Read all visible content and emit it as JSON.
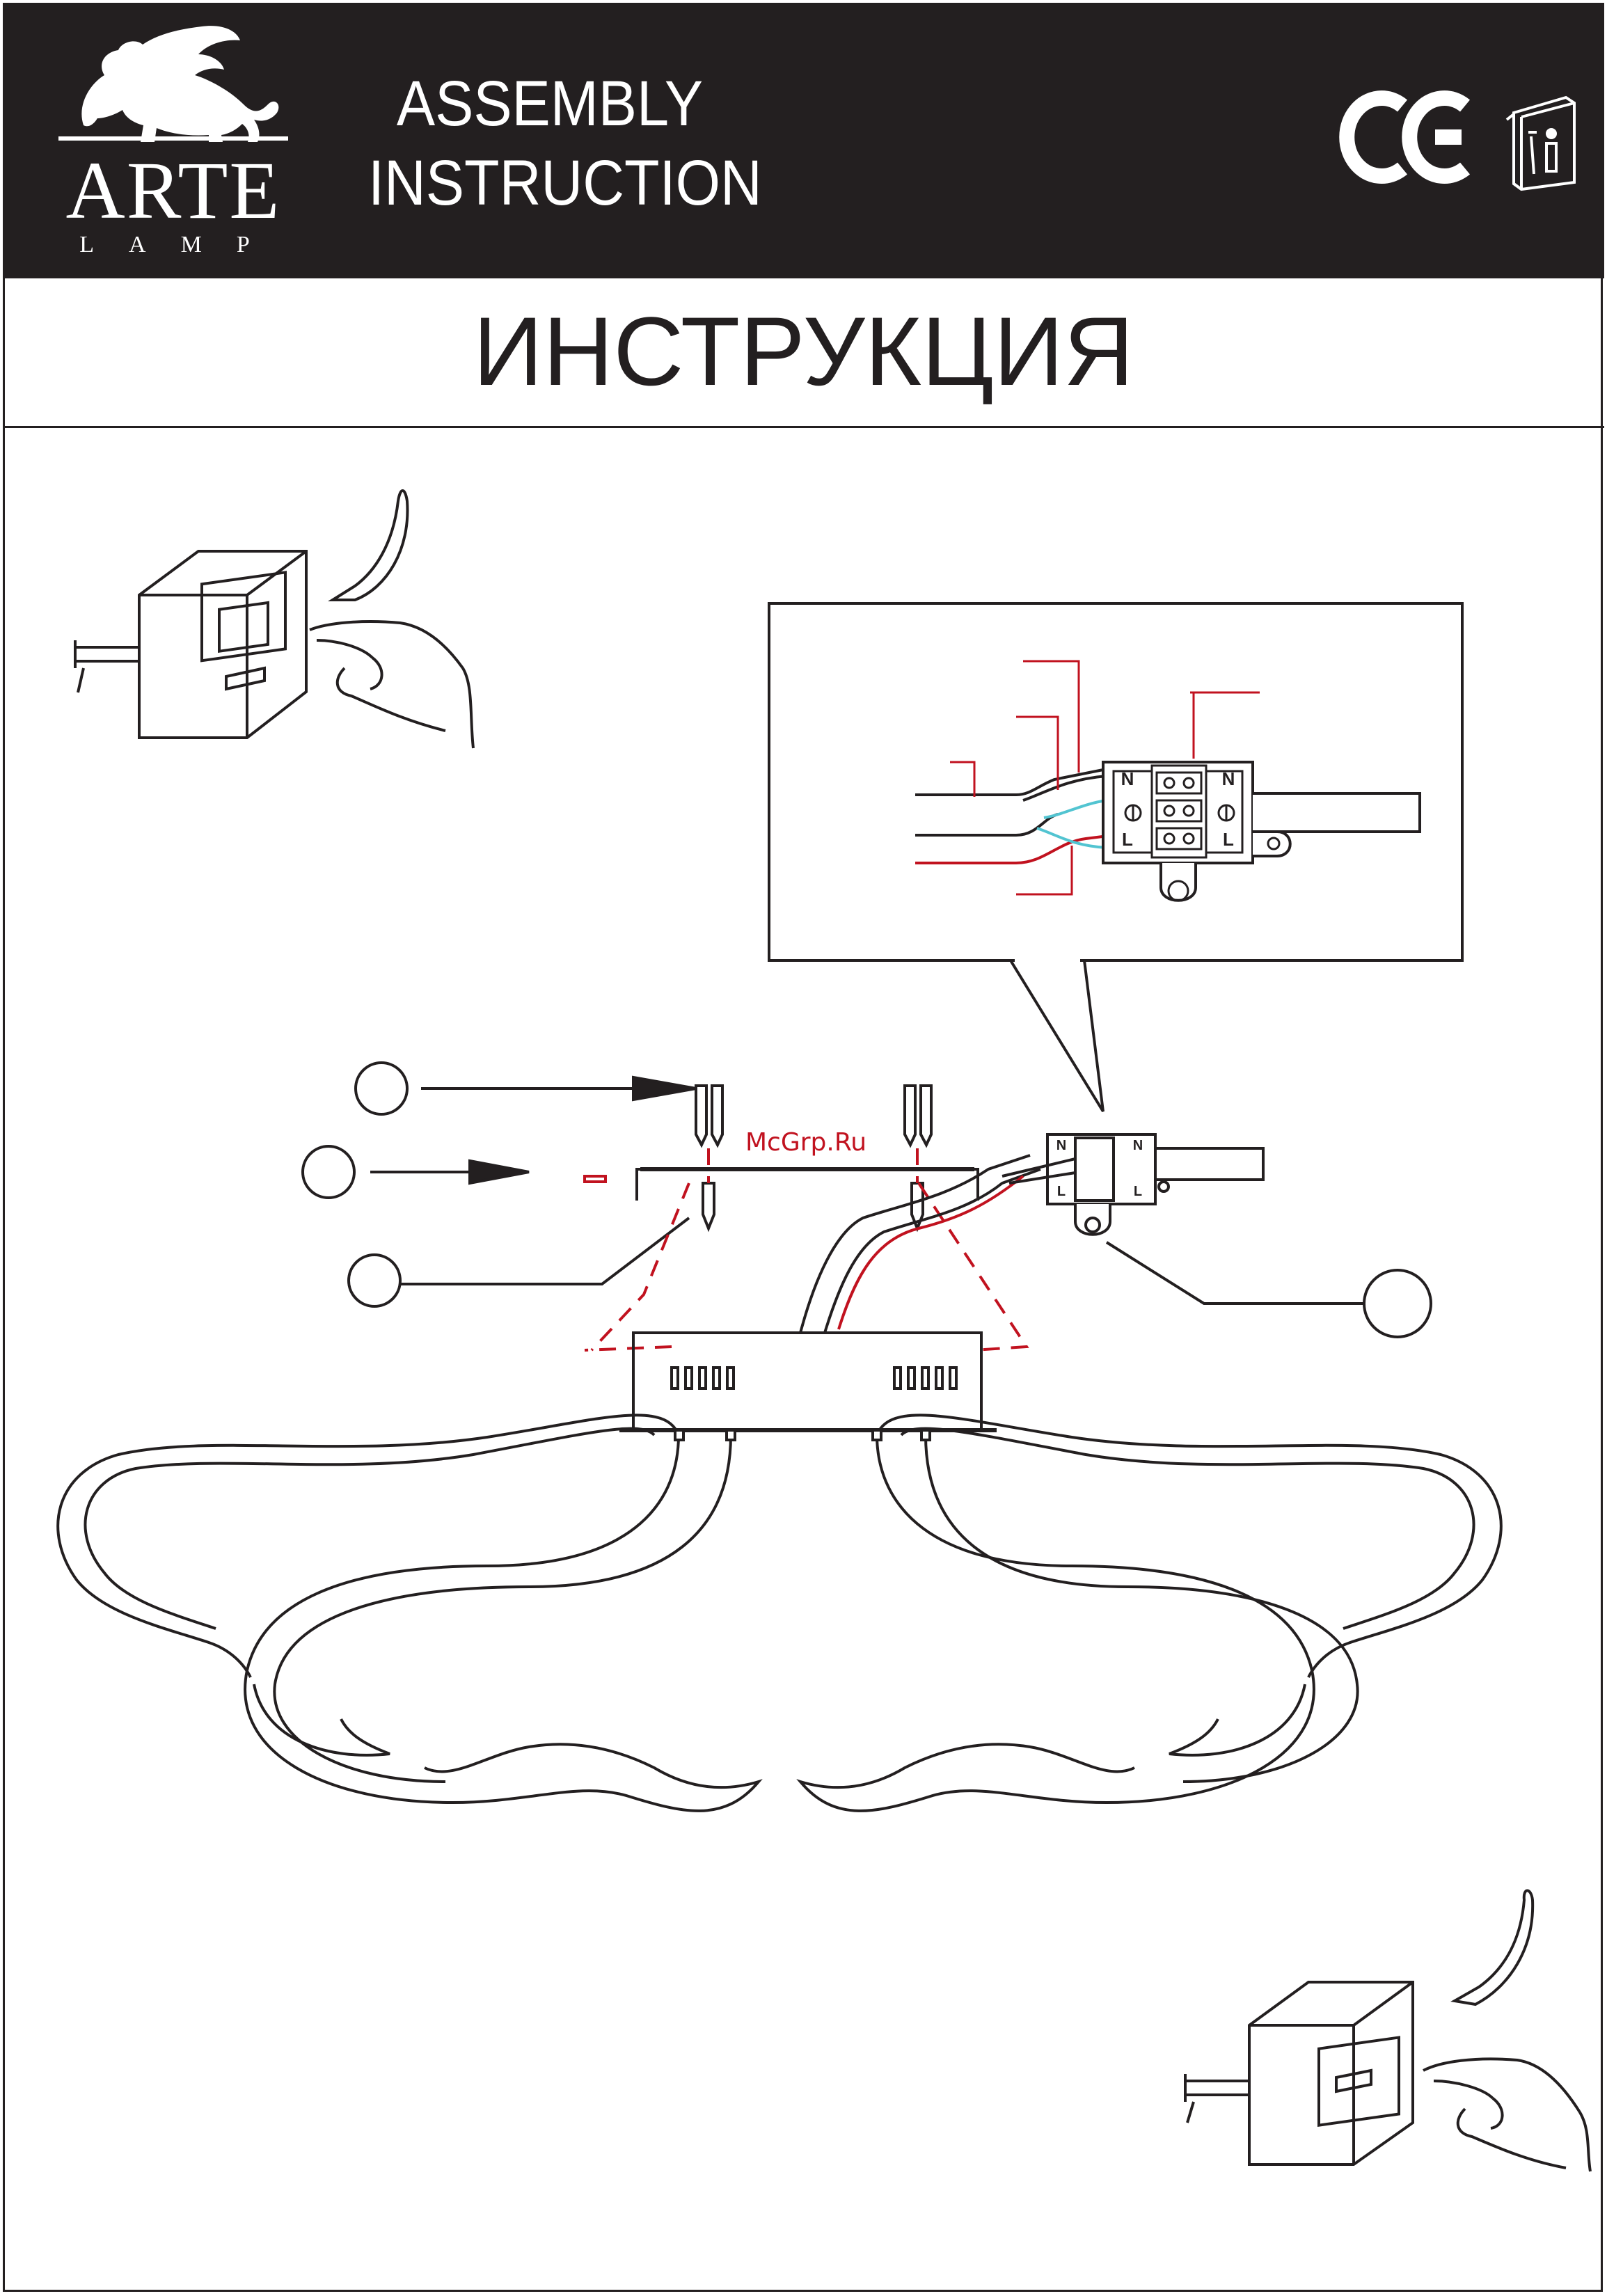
{
  "header": {
    "brand_name": "ARTE",
    "brand_sub": "LAMP",
    "title_line1": "ASSEMBLY",
    "title_line2": "INSTRUCTION",
    "icons": [
      "griffin-logo-icon",
      "ce-mark-icon",
      "instruction-manual-icon"
    ]
  },
  "title": "ИНСТРУКЦИЯ",
  "watermark": "McGrp.Ru",
  "terminal_block_labels": {
    "neutral": "N",
    "line": "L"
  },
  "colors": {
    "ink": "#231f20",
    "red": "#c1121f",
    "cyan": "#52c4d1",
    "white": "#ffffff"
  }
}
